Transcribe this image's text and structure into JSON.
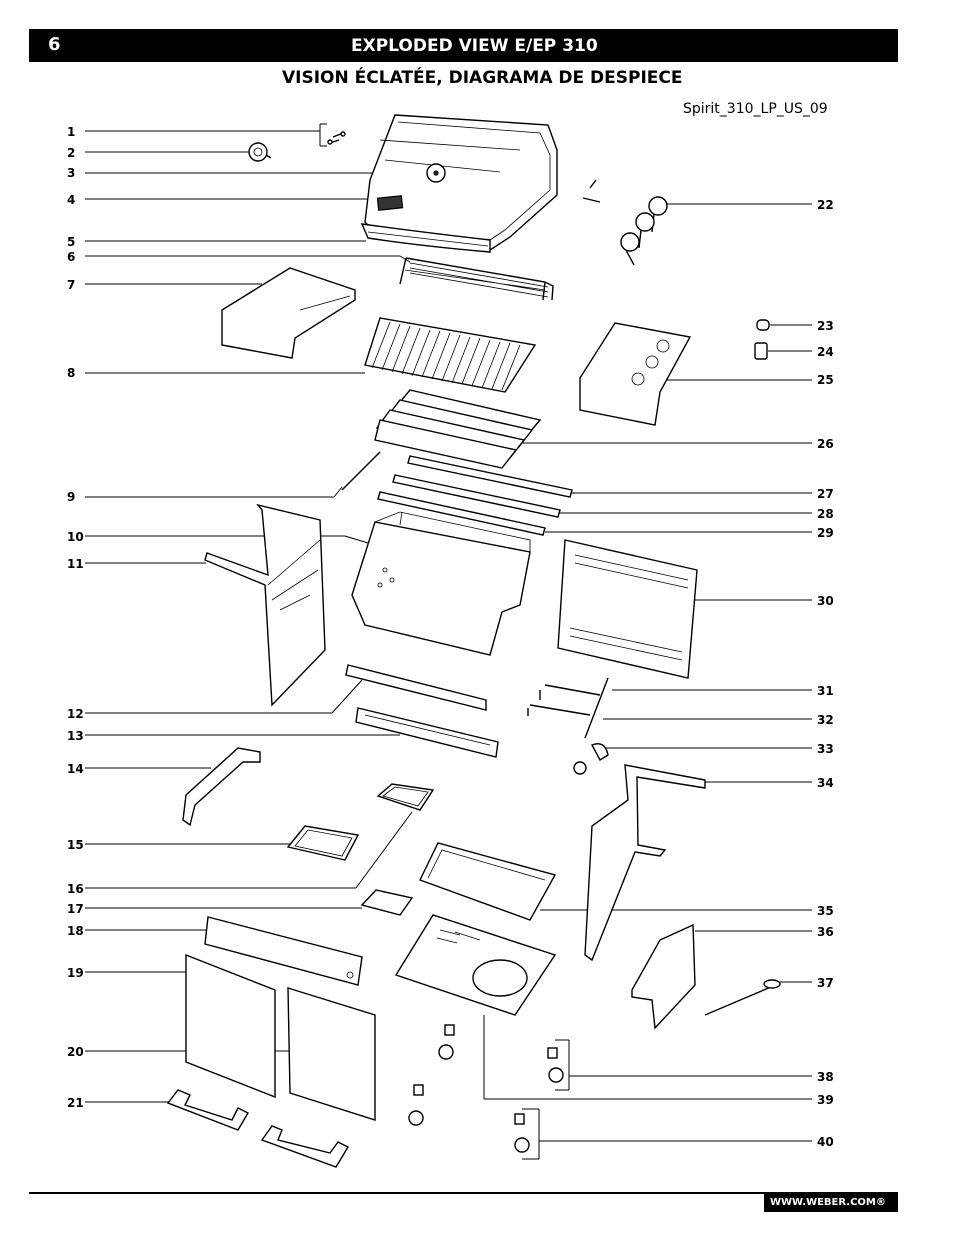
{
  "header": {
    "page_number": "6",
    "title": "EXPLODED VIEW E/EP 310"
  },
  "subtitle": "VISION ÉCLATÉE, DIAGRAMA DE DESPIECE",
  "model_code": "Spirit_310_LP_US_09",
  "callouts_left": [
    "1",
    "2",
    "3",
    "4",
    "5",
    "6",
    "7",
    "8",
    "9",
    "10",
    "11",
    "12",
    "13",
    "14",
    "15",
    "16",
    "17",
    "18",
    "19",
    "20",
    "21"
  ],
  "callouts_right": [
    "22",
    "23",
    "24",
    "25",
    "26",
    "27",
    "28",
    "29",
    "30",
    "31",
    "32",
    "33",
    "34",
    "35",
    "36",
    "37",
    "38",
    "39",
    "40"
  ],
  "footer": {
    "url": "WWW.WEBER.COM®"
  }
}
